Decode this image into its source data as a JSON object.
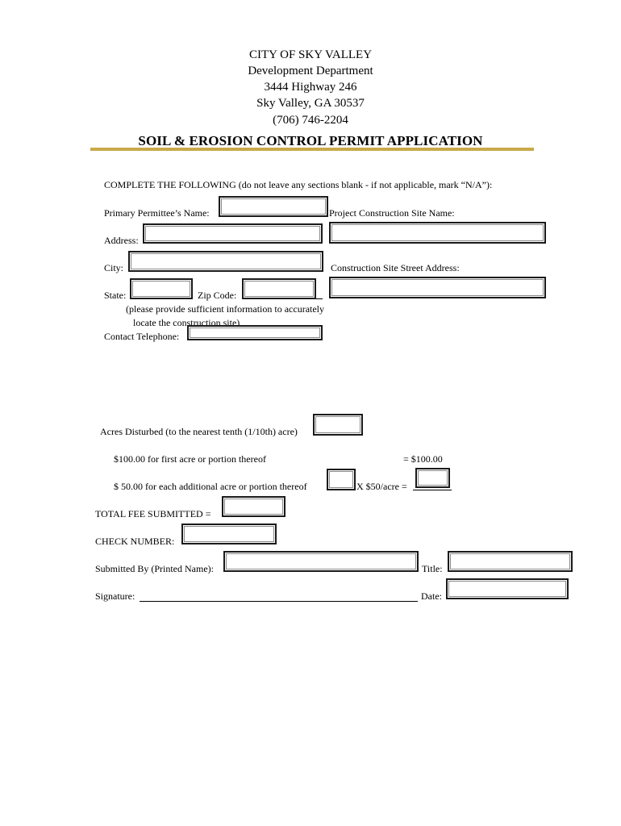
{
  "header": {
    "city": "CITY OF SKY VALLEY",
    "department": "Development Department",
    "street": "3444 Highway 246",
    "city_state_zip": "Sky Valley, GA 30537",
    "phone": "(706) 746-2204"
  },
  "form_title": "SOIL & EROSION CONTROL PERMIT APPLICATION",
  "instructions": "COMPLETE THE FOLLOWING (do not leave any sections blank - if not applicable, mark “N/A”):",
  "fields": {
    "primary_permittee": {
      "label": "Primary Permittee’s Name:",
      "value": ""
    },
    "project_site_name": {
      "label": "Project Construction Site Name:",
      "value": ""
    },
    "address": {
      "label": "Address:",
      "value": ""
    },
    "project_site_name_value": {
      "value": ""
    },
    "city": {
      "label": "City:",
      "value": ""
    },
    "site_street_address": {
      "label": "Construction Site Street Address:",
      "value": ""
    },
    "state": {
      "label": "State:",
      "value": ""
    },
    "zip": {
      "label": "Zip Code:",
      "value": ""
    },
    "site_address_note_1": "(please provide sufficient information to accurately",
    "site_address_note_2": "locate the construction site)",
    "contact_phone": {
      "label": "Contact Telephone:",
      "value": ""
    },
    "acres_disturbed": {
      "label": "Acres Disturbed (to the nearest tenth (1/10th) acre)",
      "value": ""
    },
    "first_acre": {
      "label": "$100.00 for first acre or portion thereof",
      "amount": "= $100.00"
    },
    "additional_acre": {
      "label": "$ 50.00 for each additional acre or portion thereof",
      "multiplier": "X $50/acre =",
      "count": "",
      "amount": ""
    },
    "total_fee": {
      "label": "TOTAL FEE SUBMITTED =",
      "value": ""
    },
    "check_number": {
      "label": "CHECK NUMBER:",
      "value": ""
    },
    "submitted_by": {
      "label": "Submitted By (Printed Name):",
      "value": ""
    },
    "title": {
      "label": "Title:",
      "value": ""
    },
    "signature": {
      "label": "Signature:"
    },
    "date": {
      "label": "Date:",
      "value": ""
    }
  }
}
